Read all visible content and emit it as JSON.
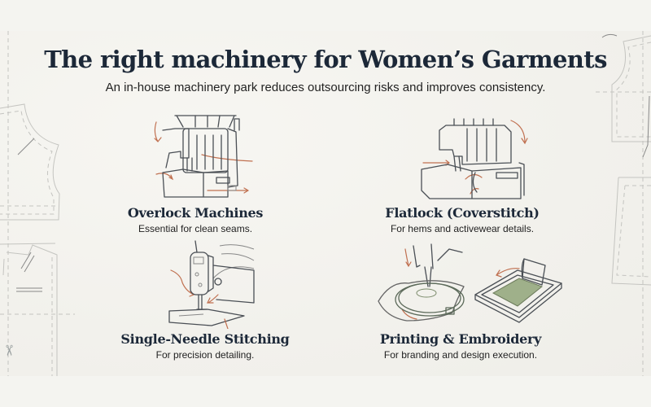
{
  "header": {
    "title": "The right machinery for Women’s Garments",
    "subtitle": "An in-house machinery park reduces outsourcing risks and improves consistency."
  },
  "machines": [
    {
      "name": "Overlock Machines",
      "description": "Essential for clean seams.",
      "icon": "overlock-machine-illustration"
    },
    {
      "name": "Flatlock (Coverstitch)",
      "description": "For hems and activewear details.",
      "icon": "flatlock-machine-illustration"
    },
    {
      "name": "Single-Needle Stitching",
      "description": "For precision detailing.",
      "icon": "single-needle-machine-illustration"
    },
    {
      "name": "Printing & Embroidery",
      "description": "For branding and design execution.",
      "icon": "embroidery-hoop-and-screen-print-illustration"
    }
  ],
  "colors": {
    "background": "#f4f4f0",
    "title": "#1c2838",
    "accent_arrows": "#c07050",
    "screen_print_green": "#9fb08a"
  }
}
